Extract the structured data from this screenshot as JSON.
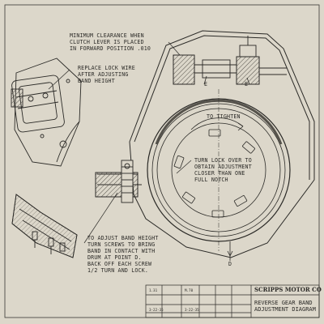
{
  "notes": {
    "clearance": "MINIMUM CLEARANCE WHEN\nCLUTCH LEVER IS PLACED\nIN FORWARD POSITION .010",
    "lock_wire": "REPLACE LOCK WIRE\nAFTER ADJUSTING\nBAND HEIGHT",
    "turn_lock": "TURN LOCK OVER TO\nOBTAIN ADJUSTMENT\nCLOSER THAN ONE\nFULL NOTCH",
    "adjust_band": "TO ADJUST BAND HEIGHT\nTURN SCREWS TO BRING\nBAND IN CONTACT WITH\nDRUM AT POINT D.\nBACK OFF EACH SCREW\n1/2 TURN AND LOCK."
  },
  "labels": {
    "to_tighten": "TO TIGHTEN",
    "point_e_left": "E",
    "point_e_right": "E",
    "point_d": "D"
  },
  "title_block": {
    "company": "SCRIPPS MOTOR CO",
    "title": "REVERSE GEAR BAND\nADJUSTMENT DIAGRAM",
    "cell_1": "1.31",
    "cell_2": "M.70",
    "date_1": "3-22-35",
    "date_2": "3-22-35"
  },
  "colors": {
    "paper": "#dcd7ca",
    "ink": "#2b2a27",
    "hatch": "#55524b"
  }
}
